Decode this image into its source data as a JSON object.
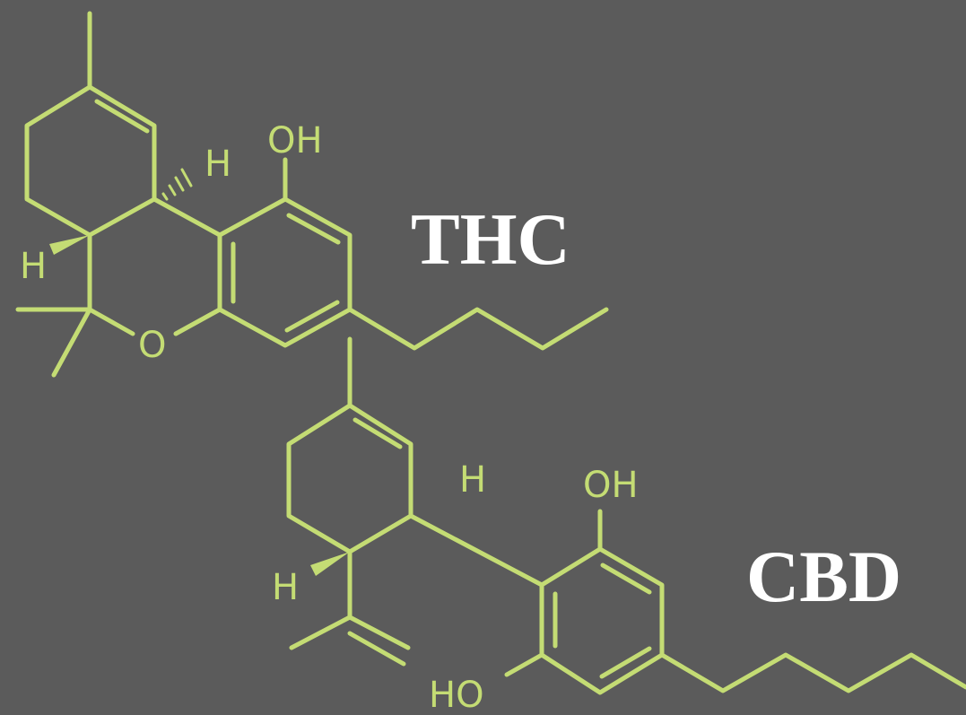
{
  "labels": {
    "thc": "THC",
    "cbd": "CBD"
  },
  "atoms": {
    "oh": "OH",
    "ho": "HO",
    "h": "H",
    "o": "O"
  },
  "colors": {
    "background": "#5b5b5b",
    "structure": "#c4dc74",
    "label": "#ffffff"
  }
}
